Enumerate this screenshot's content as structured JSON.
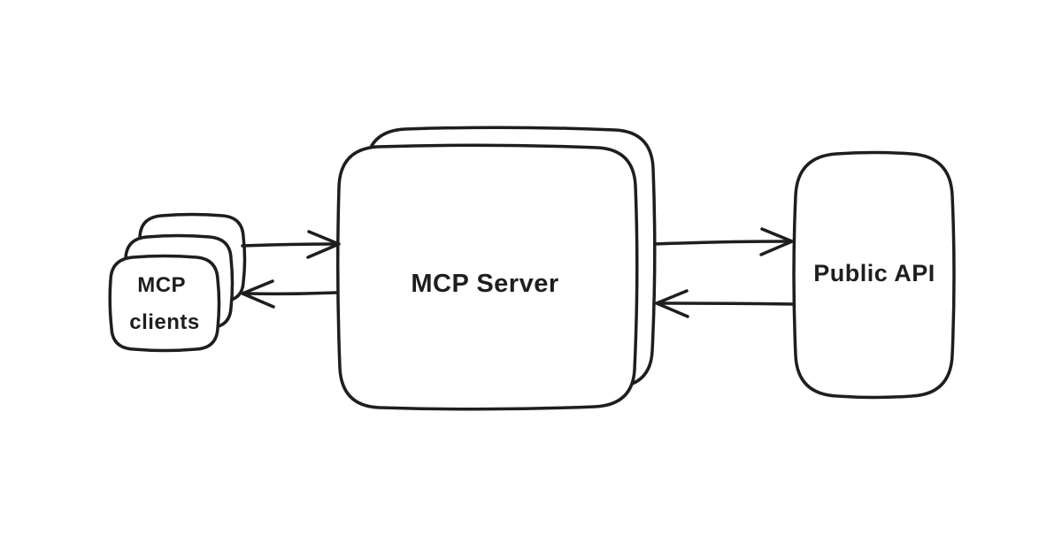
{
  "diagram": {
    "background_color": "#ffffff",
    "stroke_color": "#1e1e1e",
    "style": "hand-drawn",
    "nodes": [
      {
        "id": "mcp-clients",
        "label": "MCP clients",
        "label_line1": "MCP",
        "label_line2": "clients",
        "shape": "rounded-rectangle",
        "stack_count": 3
      },
      {
        "id": "mcp-server",
        "label": "MCP Server",
        "shape": "rounded-rectangle",
        "stack_count": 2
      },
      {
        "id": "public-api",
        "label": "Public API",
        "shape": "rounded-rectangle",
        "stack_count": 1
      }
    ],
    "edges": [
      {
        "from": "mcp-clients",
        "to": "mcp-server",
        "arrow": "right"
      },
      {
        "from": "mcp-server",
        "to": "mcp-clients",
        "arrow": "left"
      },
      {
        "from": "mcp-server",
        "to": "public-api",
        "arrow": "right"
      },
      {
        "from": "public-api",
        "to": "mcp-server",
        "arrow": "left"
      }
    ]
  }
}
